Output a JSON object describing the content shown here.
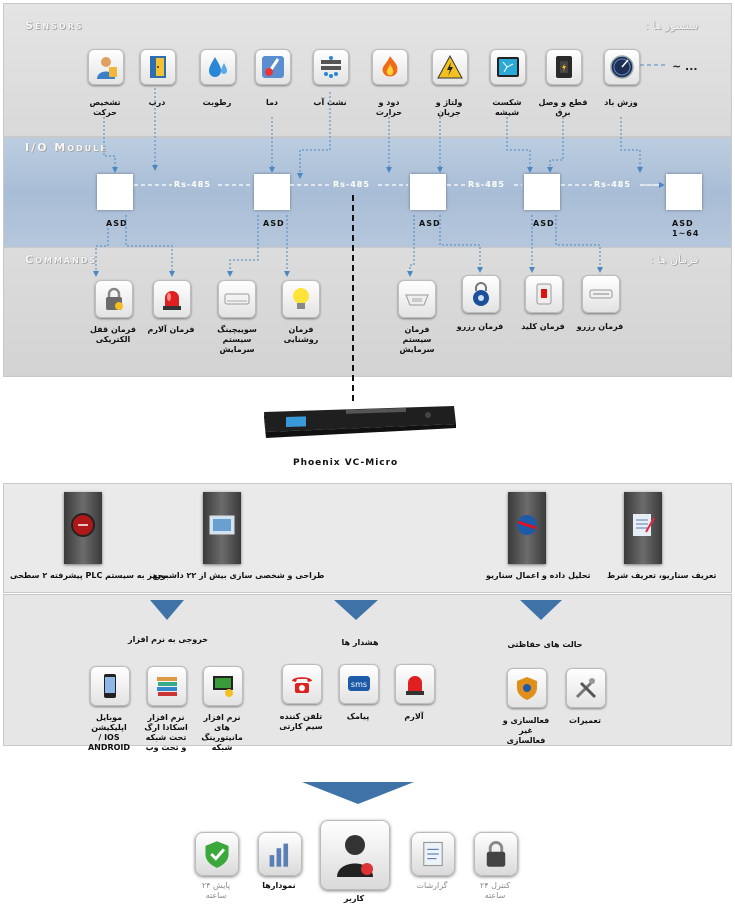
{
  "sections": {
    "sensors_en": "Sensors",
    "sensors_fa": "سنسور ها :",
    "io_en": "I/O Module",
    "commands_en": "Commands",
    "commands_fa": "فرمان ها :"
  },
  "sensors": [
    {
      "icon": "person-icon",
      "label1": "تشخیص",
      "label2": "حرکت"
    },
    {
      "icon": "door-icon",
      "label1": "درب",
      "label2": ""
    },
    {
      "icon": "humidity-drop-icon",
      "label1": "رطوبت",
      "label2": ""
    },
    {
      "icon": "thermometer-icon",
      "label1": "دما",
      "label2": ""
    },
    {
      "icon": "water-leak-icon",
      "label1": "نشت آب",
      "label2": ""
    },
    {
      "icon": "fire-icon",
      "label1": "دود و",
      "label2": "حرارت"
    },
    {
      "icon": "voltage-warning-icon",
      "label1": "ولتاژ و",
      "label2": "جریان"
    },
    {
      "icon": "glass-break-icon",
      "label1": "شکست",
      "label2": "شیشه"
    },
    {
      "icon": "power-switch-icon",
      "label1": "قطع و وصل",
      "label2": "برق"
    },
    {
      "icon": "wind-gauge-icon",
      "label1": "وزش باد",
      "label2": ""
    }
  ],
  "sensor_more": "~ ...",
  "asd_label": "ASD",
  "asd_last_label": "ASD",
  "asd_range": "1~64",
  "rs485": "Rs-485",
  "commands": [
    {
      "icon": "electric-lock-icon",
      "label1": "فرمان قفل",
      "label2": "الکتریکی",
      "label3": ""
    },
    {
      "icon": "alarm-siren-icon",
      "label1": "فرمان آلارم",
      "label2": "",
      "label3": ""
    },
    {
      "icon": "air-conditioner-icon",
      "label1": "سوییچینگ",
      "label2": "سیستم",
      "label3": "سرمایش"
    },
    {
      "icon": "light-bulb-icon",
      "label1": "فرمان",
      "label2": "روشنایی",
      "label3": ""
    },
    {
      "icon": "ceiling-ac-icon",
      "label1": "فرمان",
      "label2": "سیستم",
      "label3": "سرمایش"
    },
    {
      "icon": "dial-lock-icon",
      "label1": "فرمان رزرو",
      "label2": "",
      "label3": ""
    },
    {
      "icon": "key-switch-icon",
      "label1": "فرمان کلید",
      "label2": "",
      "label3": ""
    },
    {
      "icon": "reserve-device-icon",
      "label1": "فرمان رزرو",
      "label2": "",
      "label3": ""
    }
  ],
  "product": "Phoenix VC-Micro",
  "features": [
    {
      "icon": "plc-icon",
      "label": "مجهز به سیستم PLC پیشرفته ۲ سطحی"
    },
    {
      "icon": "dashboard-icon",
      "label": "طراحی و شخصی سازی بیش از ۲۲ داشبورد"
    },
    {
      "icon": "analysis-icon",
      "label": "تحلیل داده و اعمال سناریو"
    },
    {
      "icon": "scenario-icon",
      "label": "تعریف سناریو، تعریف شرط"
    }
  ],
  "groups": {
    "software": "خروجی به نرم افزار",
    "alerts": "هشدار ها",
    "protection": "حالت های حفاظتی"
  },
  "outputs": [
    {
      "icon": "mobile-phone-icon",
      "label1": "موبایل",
      "label2": "اپلیکیشن",
      "label3": "IOS /",
      "label4": "ANDROID"
    },
    {
      "icon": "books-icon",
      "label1": "نرم افزار",
      "label2": "اسکادا ارگ",
      "label3": "تحت شبکه",
      "label4": "و تحت وب"
    },
    {
      "icon": "network-monitor-icon",
      "label1": "نرم افزار",
      "label2": "های",
      "label3": "مانیتورینگ",
      "label4": "شبکه"
    },
    {
      "icon": "telephone-icon",
      "label1": "تلفن کننده",
      "label2": "سیم کارتی",
      "label3": "",
      "label4": ""
    },
    {
      "icon": "sms-icon",
      "label1": "پیامک",
      "label2": "",
      "label3": "",
      "label4": ""
    },
    {
      "icon": "alarm-light-icon",
      "label1": "آلارم",
      "label2": "",
      "label3": "",
      "label4": ""
    },
    {
      "icon": "shield-toggle-icon",
      "label1": "فعالسازی و",
      "label2": "غیر",
      "label3": "فعالسازی",
      "label4": ""
    },
    {
      "icon": "tools-icon",
      "label1": "تعمیرات",
      "label2": "",
      "label3": "",
      "label4": ""
    }
  ],
  "users": [
    {
      "icon": "shield-check-icon",
      "label1": "پایش ۲۴",
      "label2": "ساعته",
      "muted": true
    },
    {
      "icon": "bar-chart-icon",
      "label1": "نمودارها",
      "label2": "",
      "muted": false
    },
    {
      "icon": "user-icon",
      "label1": "کاربر",
      "label2": "",
      "muted": false
    },
    {
      "icon": "reports-icon",
      "label1": "گزارشات",
      "label2": "",
      "muted": true
    },
    {
      "icon": "padlock-icon",
      "label1": "کنترل ۲۴",
      "label2": "ساعته",
      "muted": true
    }
  ],
  "colors": {
    "io_blue": "#a8bdd6",
    "arrow_blue": "#3f73a8",
    "connector": "#4c87c2"
  }
}
